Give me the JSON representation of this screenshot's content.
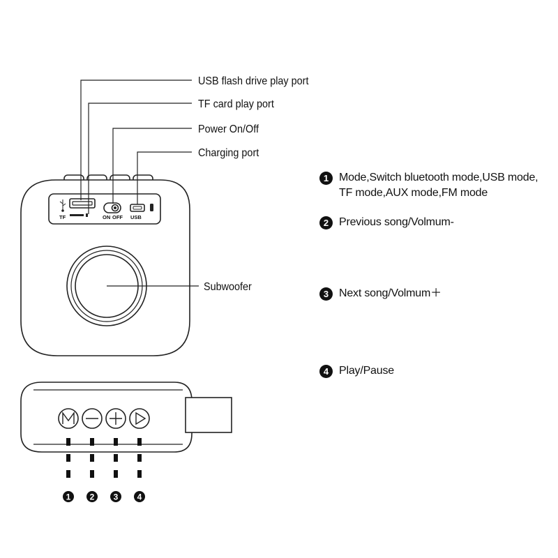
{
  "callouts": {
    "usb_port": "USB flash drive play port",
    "tf_port": "TF card play port",
    "power": "Power On/Off",
    "charging": "Charging port",
    "subwoofer": "Subwoofer"
  },
  "panel_labels": {
    "tf": "TF",
    "on": "ON",
    "off": "OFF",
    "usb": "USB"
  },
  "buttons": {
    "mode": "M",
    "previous": "—",
    "next": "+",
    "play": "▷"
  },
  "legend": [
    {
      "number": "1",
      "lines": [
        "Mode,Switch bluetooth mode,USB mode,",
        "TF mode,AUX mode,FM mode"
      ]
    },
    {
      "number": "2",
      "lines": [
        "Previous song/Volmum-"
      ]
    },
    {
      "number": "3",
      "lines": [
        "Next song/Volmum＋"
      ]
    },
    {
      "number": "4",
      "lines": [
        "Play/Pause"
      ]
    }
  ],
  "colors": {
    "line": "#222222",
    "badge": "#111111"
  }
}
